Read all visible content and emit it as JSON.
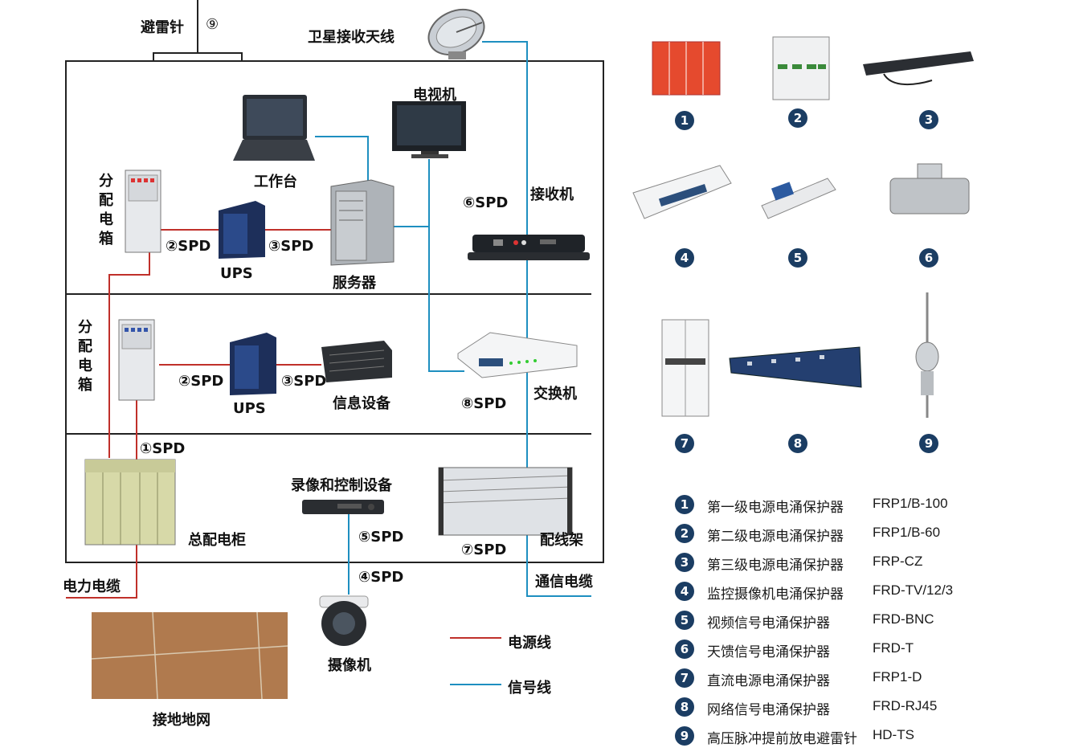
{
  "colors": {
    "power_line": "#c0302a",
    "signal_line": "#1e8fc0",
    "badge": "#1b3d63"
  },
  "labels": {
    "lightning_rod": "避雷针",
    "lightning_rod_num": "⑨",
    "satellite_antenna": "卫星接收天线",
    "tv": "电视机",
    "workstation": "工作台",
    "receiver": "接收机",
    "spd6": "⑥SPD",
    "dist_box_1": "分配电箱",
    "dist_box_2": "分配电箱",
    "spd2_a": "②SPD",
    "spd3_a": "③SPD",
    "ups_a": "UPS",
    "server": "服务器",
    "spd2_b": "②SPD",
    "spd3_b": "③SPD",
    "ups_b": "UPS",
    "info_device": "信息设备",
    "spd8": "⑧SPD",
    "switch": "交换机",
    "spd1": "①SPD",
    "main_cabinet": "总配电柜",
    "recorder": "录像和控制设备",
    "spd5": "⑤SPD",
    "patch_frame": "配线架",
    "spd7": "⑦SPD",
    "spd4": "④SPD",
    "power_cable": "电力电缆",
    "comm_cable": "通信电缆",
    "camera": "摄像机",
    "ground_grid": "接地地网",
    "power_line_key": "电源线",
    "signal_line_key": "信号线"
  },
  "products": [
    {
      "num": "1"
    },
    {
      "num": "2"
    },
    {
      "num": "3"
    },
    {
      "num": "4"
    },
    {
      "num": "5"
    },
    {
      "num": "6"
    },
    {
      "num": "7"
    },
    {
      "num": "8"
    },
    {
      "num": "9"
    }
  ],
  "legend": [
    {
      "num": "1",
      "name": "第一级电源电涌保护器",
      "model": "FRP1/B-100"
    },
    {
      "num": "2",
      "name": "第二级电源电涌保护器",
      "model": "FRP1/B-60"
    },
    {
      "num": "3",
      "name": "第三级电源电涌保护器",
      "model": "FRP-CZ"
    },
    {
      "num": "4",
      "name": "监控摄像机电涌保护器",
      "model": "FRD-TV/12/3"
    },
    {
      "num": "5",
      "name": "视频信号电涌保护器",
      "model": "FRD-BNC"
    },
    {
      "num": "6",
      "name": "天馈信号电涌保护器",
      "model": "FRD-T"
    },
    {
      "num": "7",
      "name": "直流电源电涌保护器",
      "model": "FRP1-D"
    },
    {
      "num": "8",
      "name": "网络信号电涌保护器",
      "model": "FRD-RJ45"
    },
    {
      "num": "9",
      "name": "高压脉冲提前放电避雷针",
      "model": "HD-TS"
    }
  ]
}
